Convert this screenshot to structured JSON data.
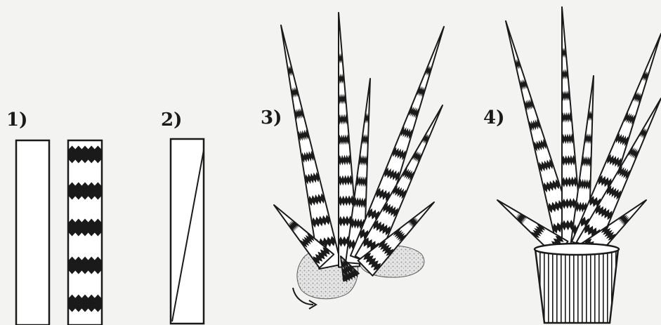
{
  "steps": [
    {
      "label": "1)"
    },
    {
      "label": "2)"
    },
    {
      "label": "3)"
    },
    {
      "label": "4)"
    }
  ],
  "colors": {
    "ink": "#1a1a1a",
    "paper": "#f3f3f1",
    "leaf": "#ffffff",
    "stone": "#bdbdbd"
  }
}
